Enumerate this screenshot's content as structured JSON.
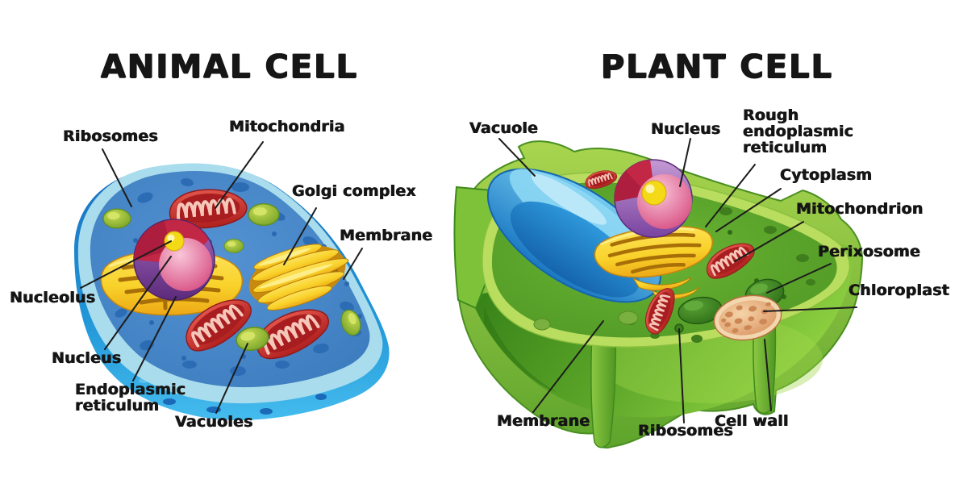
{
  "page": {
    "background": "#ffffff"
  },
  "animal_cell": {
    "title": "ANIMAL CELL",
    "labels": {
      "ribosomes": "Ribosomes",
      "mitochondria": "Mitochondria",
      "golgi_complex": "Golgi complex",
      "membrane": "Membrane",
      "nucleolus": "Nucleolus",
      "nucleus": "Nucleus",
      "endoplasmic_reticulum": "Endoplasmic reticulum",
      "vacuoles": "Vacuoles"
    }
  },
  "plant_cell": {
    "title": "PLANT CELL",
    "labels": {
      "vacuole": "Vacuole",
      "nucleus": "Nucleus",
      "rough_endoplasmic_reticulum": "Rough endoplasmic reticulum",
      "cytoplasm": "Cytoplasm",
      "mitochondrion": "Mitochondrion",
      "perixosome": "Perixosome",
      "chloroplast": "Chloroplast",
      "membrane": "Membrane",
      "ribosomes": "Ribosomes",
      "cell_wall": "Cell wall"
    }
  },
  "colors": {
    "label_text": "#151515",
    "leader_line": "#1c1c1c",
    "animal_top_surface": "#4182c4",
    "animal_rim": "#a9dcec",
    "animal_side": "#2196d8",
    "animal_spots": "#2c6cb4",
    "plant_wall": "#76b830",
    "plant_cytoplasm": "#5aa32b",
    "plant_vacuole_blue": "#2e98da",
    "mitochondria_red": "#c1272d",
    "golgi_er_yellow": "#f9d22a",
    "nucleus_pink": "#e87098",
    "nucleus_purple": "#8a4ba5",
    "nucleolus_yellow": "#f3d916",
    "green_vacuole": "#86b82e",
    "peroxisome_green": "#2f7a1e",
    "chloroplast_tan": "#e8ab7a"
  }
}
